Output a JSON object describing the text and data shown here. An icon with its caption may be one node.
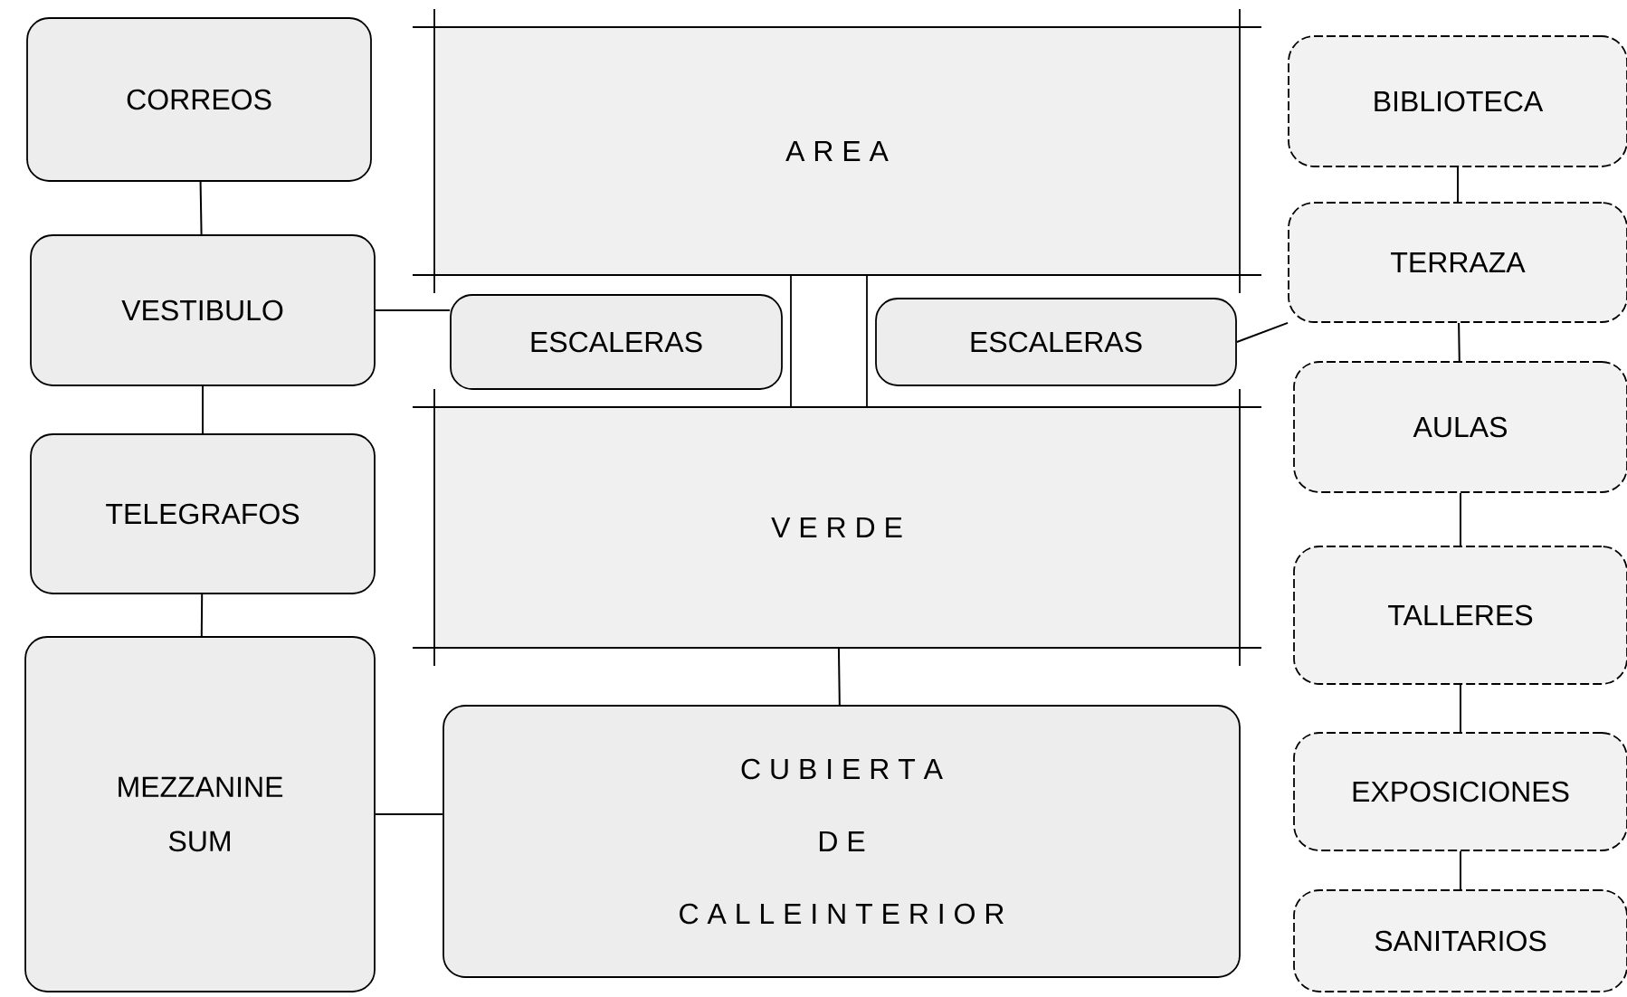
{
  "diagram": {
    "nodes": [
      {
        "text": [
          "CORREOS"
        ]
      },
      {
        "text": [
          "VESTIBULO"
        ]
      },
      {
        "text": [
          "TELEGRAFOS"
        ]
      },
      {
        "text": [
          "MEZZANINE SUM"
        ]
      },
      {
        "text": [
          "A R E A"
        ]
      },
      {
        "text": [
          "ESCALERAS"
        ]
      },
      {
        "text": [
          "ESCALERAS"
        ]
      },
      {
        "text": [
          "V E R D E"
        ]
      },
      {
        "text": [
          "C U B I E R T A",
          "D E",
          "C A L L E I N T E R I O R"
        ]
      },
      {
        "text": [
          "BIBLIOTECA"
        ]
      },
      {
        "text": [
          "TERRAZA"
        ]
      },
      {
        "text": [
          "AULAS"
        ]
      },
      {
        "text": [
          "TALLERES"
        ]
      },
      {
        "text": [
          "EXPOSICIONES"
        ]
      },
      {
        "text": [
          "SANITARIOS"
        ]
      }
    ],
    "edges": [
      {
        "from": 0,
        "to": 1,
        "arrow": "none"
      },
      {
        "from": 1,
        "to": 2,
        "arrow": "none"
      },
      {
        "from": 2,
        "to": 3,
        "arrow": "none"
      },
      {
        "from": 1,
        "to": 5,
        "arrow": "none"
      },
      {
        "from": 6,
        "to": 10,
        "arrow": "none"
      },
      {
        "from": 3,
        "to": 8,
        "arrow": "none"
      },
      {
        "from": 7,
        "to": 8,
        "arrow": "none"
      },
      {
        "from": 9,
        "to": 10,
        "arrow": "none"
      },
      {
        "from": 10,
        "to": 11,
        "arrow": "none"
      },
      {
        "from": 11,
        "to": 12,
        "arrow": "none"
      },
      {
        "from": 12,
        "to": 13,
        "arrow": "none"
      },
      {
        "from": 13,
        "to": 14,
        "arrow": "none"
      }
    ]
  }
}
